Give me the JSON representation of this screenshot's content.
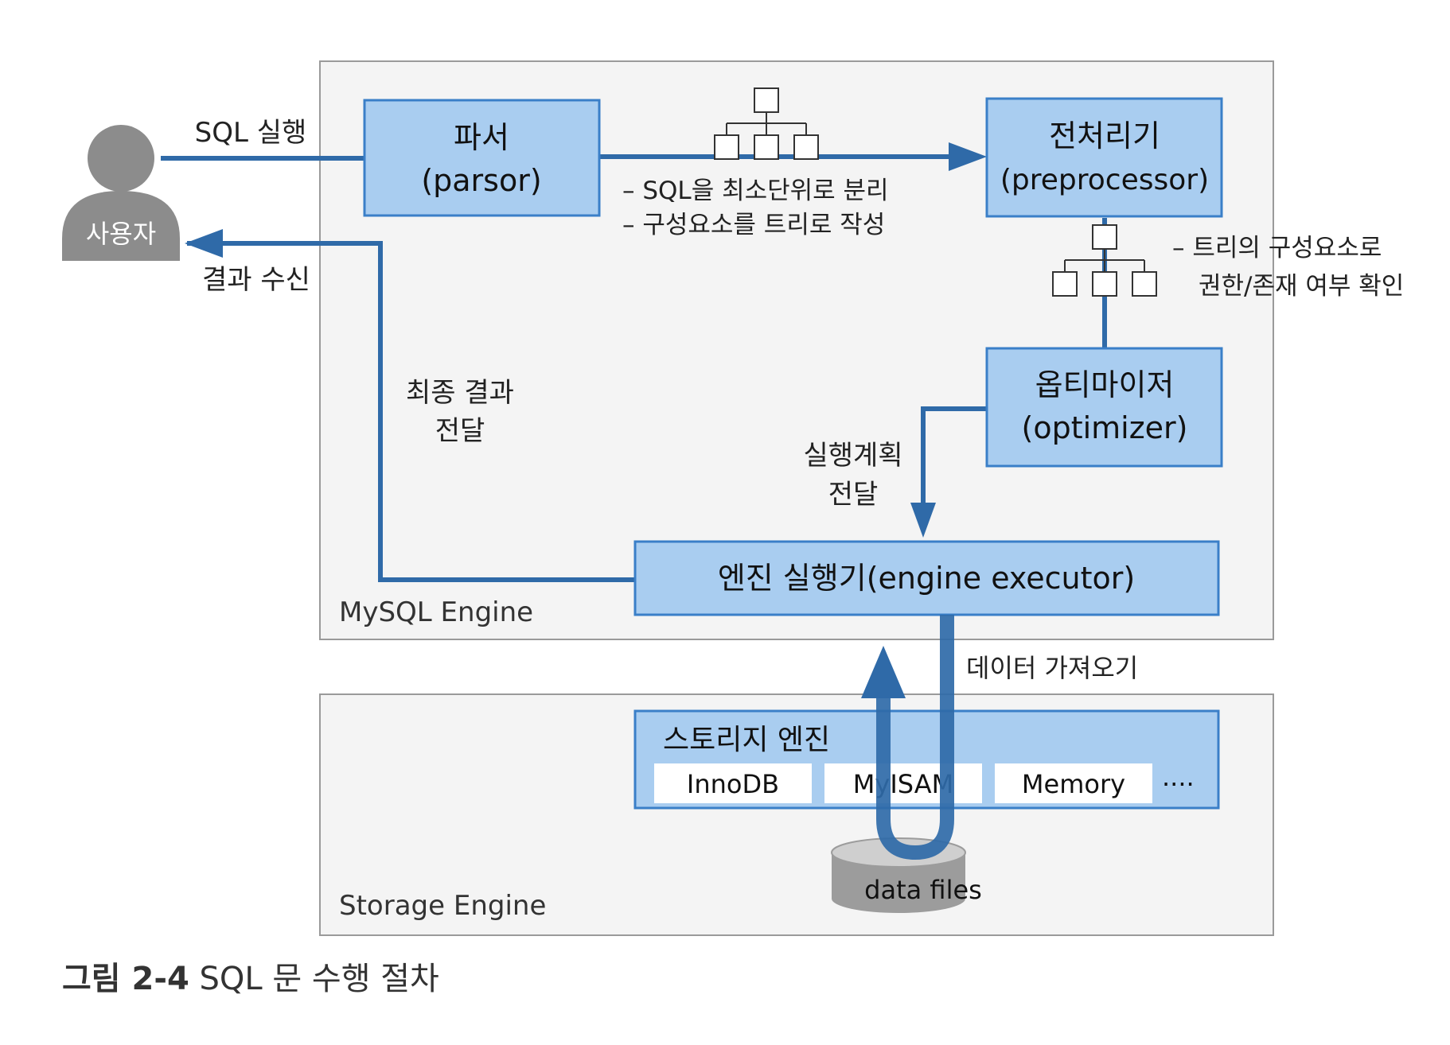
{
  "user": {
    "label": "사용자"
  },
  "arrows": {
    "sql_exec": "SQL 실행",
    "result_receive": "결과 수신",
    "final_result": [
      "최종 결과",
      "전달"
    ],
    "plan_deliver": [
      "실행계획",
      "전달"
    ],
    "data_fetch": "데이터 가져오기"
  },
  "nodes": {
    "parser": [
      "파서",
      "(parsor)"
    ],
    "preprocessor": [
      "전처리기",
      "(preprocessor)"
    ],
    "optimizer": [
      "옵티마이저",
      "(optimizer)"
    ],
    "executor": "엔진 실행기(engine executor)"
  },
  "notes": {
    "parser": [
      "– SQL을 최소단위로 분리",
      "– 구성요소를 트리로 작성"
    ],
    "preprocessor": [
      "– 트리의 구성요소로",
      "권한/존재 여부 확인"
    ]
  },
  "regions": {
    "mysql_engine": "MySQL Engine",
    "storage_engine": "Storage Engine"
  },
  "storage": {
    "title": "스토리지 엔진",
    "engines": [
      "InnoDB",
      "MyISAM",
      "Memory"
    ],
    "more": "····",
    "data_files": "data files"
  },
  "caption": {
    "number": "그림 2-4",
    "text": "SQL 문 수행 절차"
  },
  "colors": {
    "box_fill": "#a9cdf0",
    "box_stroke": "#3a7fc8",
    "arrow": "#2f6aa8",
    "region_fill": "#f4f4f4",
    "user": "#8c8c8c"
  }
}
